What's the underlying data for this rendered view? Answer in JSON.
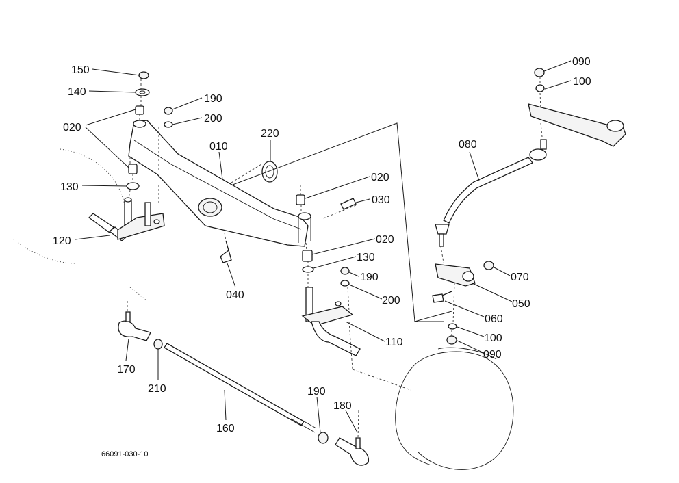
{
  "callouts": {
    "c150": "150",
    "c140": "140",
    "c020_a": "020",
    "c130_a": "130",
    "c120": "120",
    "c190_a": "190",
    "c200_a": "200",
    "c010": "010",
    "c220": "220",
    "c020_b": "020",
    "c030": "030",
    "c020_c": "020",
    "c130_b": "130",
    "c190_b": "190",
    "c200_b": "200",
    "c040": "040",
    "c110": "110",
    "c090_a": "090",
    "c100_a": "100",
    "c080": "080",
    "c070": "070",
    "c050": "050",
    "c060": "060",
    "c100_b": "100",
    "c090_b": "090",
    "c170": "170",
    "c210": "210",
    "c160": "160",
    "c190_c": "190",
    "c180": "180"
  },
  "figure_code": "66091-030-10"
}
